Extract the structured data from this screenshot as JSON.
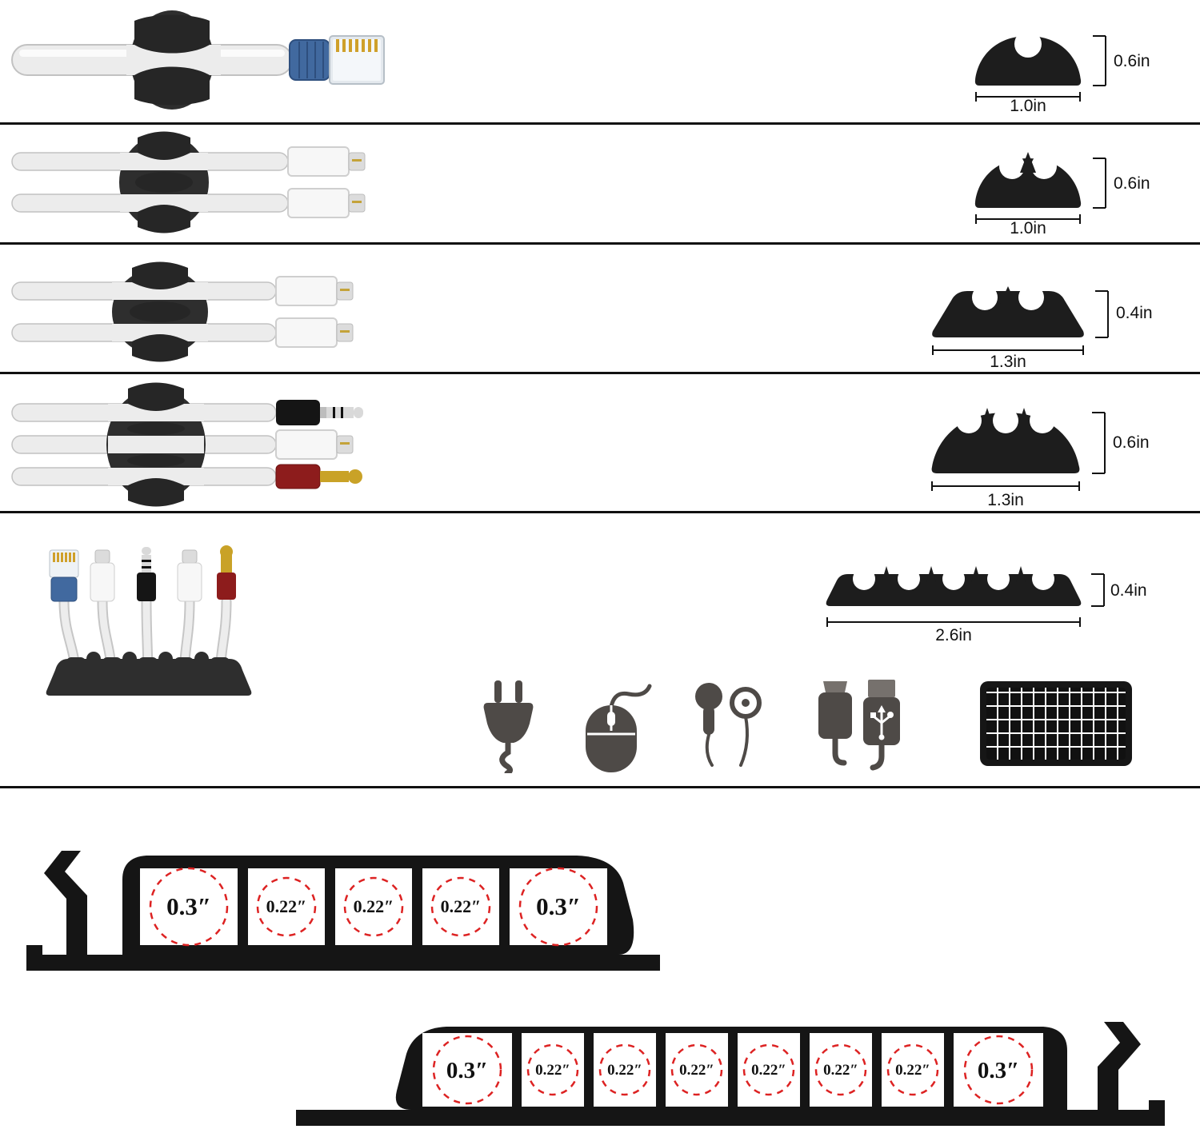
{
  "rows": [
    {
      "id": "one-slot-clip",
      "height_label": "0.6in",
      "width_label": "1.0in"
    },
    {
      "id": "two-slot-clip",
      "height_label": "0.6in",
      "width_label": "1.0in"
    },
    {
      "id": "two-slot-flat-clip",
      "height_label": "0.4in",
      "width_label": "1.3in"
    },
    {
      "id": "three-slot-clip",
      "height_label": "0.6in",
      "width_label": "1.3in"
    },
    {
      "id": "five-slot-strip",
      "height_label": "0.4in",
      "width_label": "2.6in"
    }
  ],
  "device_icons": [
    {
      "name": "power-plug"
    },
    {
      "name": "computer-mouse"
    },
    {
      "name": "earphones"
    },
    {
      "name": "usb-cables"
    },
    {
      "name": "keyboard"
    }
  ],
  "cross_sections": [
    {
      "id": "five-slot-profile",
      "slots": [
        "0.3″",
        "0.22″",
        "0.22″",
        "0.22″",
        "0.3″"
      ]
    },
    {
      "id": "eight-slot-profile",
      "slots": [
        "0.3″",
        "0.22″",
        "0.22″",
        "0.22″",
        "0.22″",
        "0.22″",
        "0.22″",
        "0.3″"
      ]
    }
  ],
  "colors": {
    "clip_black": "#1d1d1d",
    "photo_clip": "#2e2e2e",
    "cable_gray": "#ececec",
    "ethernet_blue": "#41699f",
    "plug_red": "#8d1c1c",
    "plug_gold": "#c9a227",
    "slot_circle_red": "#dd2222",
    "icon_gray": "#4e4a47"
  }
}
